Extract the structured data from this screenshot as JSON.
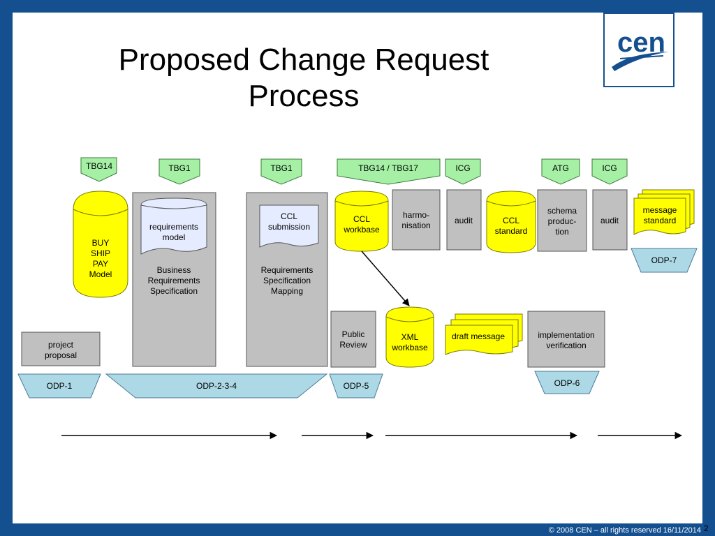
{
  "title": "Proposed Change Request Process",
  "logo_text": "cen",
  "page_number": "2",
  "footer": "© 2008 CEN – all rights reserved 16/11/2014",
  "colors": {
    "frame": "#144f8f",
    "group_tab": "#a6f0a6",
    "process_box": "#c0c0c0",
    "artifact": "#ffff00",
    "odp": "#add8e6"
  },
  "groups": {
    "g1": "TBG14",
    "g2": "TBG1",
    "g3": "TBG1",
    "g4": "TBG14 / TBG17",
    "g5": "ICG",
    "g6": "ATG",
    "g7": "ICG"
  },
  "buy_ship_pay": [
    "BUY",
    "SHIP",
    "PAY",
    "Model"
  ],
  "business_req": {
    "label": [
      "Business",
      "Requirements",
      "Specification"
    ],
    "doc": [
      "requirements",
      "model"
    ]
  },
  "req_mapping": {
    "label": [
      "Requirements",
      "Specification",
      "Mapping"
    ],
    "doc": [
      "CCL",
      "submission"
    ]
  },
  "ccl_workbase": [
    "CCL",
    "workbase"
  ],
  "harmonisation": [
    "harmo-",
    "nisation"
  ],
  "audit1": "audit",
  "ccl_standard": [
    "CCL",
    "standard"
  ],
  "schema": [
    "schema",
    "produc-",
    "tion"
  ],
  "audit2": "audit",
  "message_standard": [
    "message",
    "standard"
  ],
  "project_proposal": [
    "project",
    "proposal"
  ],
  "public_review": [
    "Public",
    "Review"
  ],
  "xml_workbase": [
    "XML",
    "workbase"
  ],
  "draft_message": "draft message",
  "impl_verification": [
    "implementation",
    "verification"
  ],
  "odp": {
    "odp1": "ODP-1",
    "odp234": "ODP-2-3-4",
    "odp5": "ODP-5",
    "odp6": "ODP-6",
    "odp7": "ODP-7"
  }
}
